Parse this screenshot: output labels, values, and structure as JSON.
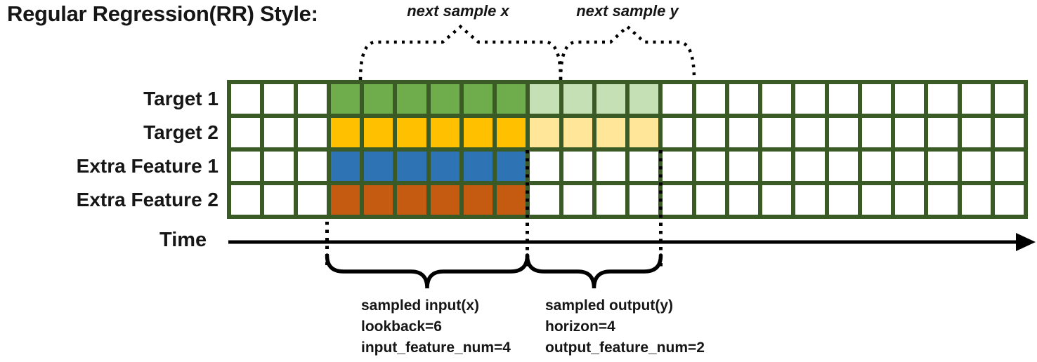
{
  "title": "Regular Regression(RR) Style:",
  "colors": {
    "ink": "#000000",
    "grid_line": "#3A5A26",
    "empty_cell": "#FFFFFF"
  },
  "top_annotations": {
    "next_sample_x": "next sample x",
    "next_sample_y": "next sample y"
  },
  "time_axis": {
    "label": "Time"
  },
  "grid": {
    "num_columns": 24,
    "num_rows": 4,
    "input_cols": {
      "start": 4,
      "end": 9
    },
    "output_cols": {
      "start": 10,
      "end": 13
    },
    "rows": [
      {
        "label": "Target 1",
        "input_color": "#6FAC4B",
        "output_color": "#C5E0B4"
      },
      {
        "label": "Target 2",
        "input_color": "#FFC000",
        "output_color": "#FFE699"
      },
      {
        "label": "Extra Feature 1",
        "input_color": "#2E74B5",
        "output_color": "#FFFFFF"
      },
      {
        "label": "Extra Feature 2",
        "input_color": "#C55A11",
        "output_color": "#FFFFFF"
      }
    ]
  },
  "bottom_annotations": {
    "input_block": [
      "sampled input(x)",
      "lookback=6",
      "input_feature_num=4"
    ],
    "output_block": [
      "sampled output(y)",
      "horizon=4",
      "output_feature_num=2"
    ]
  }
}
